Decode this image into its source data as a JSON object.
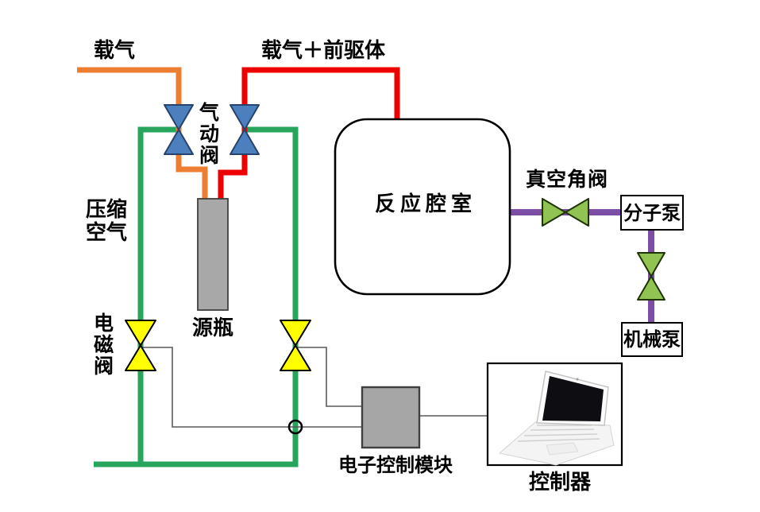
{
  "labels": {
    "carrier_gas": "载气",
    "carrier_gas_precursor": "载气＋前驱体",
    "pneumatic_valve": "气动阀",
    "compressed_air": "压缩空气",
    "solenoid_valve": "电磁阀",
    "source_bottle": "源瓶",
    "reaction_chamber": "反应腔室",
    "vacuum_angle_valve": "真空角阀",
    "molecular_pump": "分子泵",
    "mechanical_pump": "机械泵",
    "electronic_control_module": "电子控制模块",
    "controller": "控制器"
  },
  "colors": {
    "pipe_orange": "#ED7D31",
    "pipe_red": "#EE0000",
    "pipe_green": "#27A55C",
    "pipe_purple": "#7C4EA5",
    "wire_gray": "#595959",
    "valve_blue_fill": "#4C7FBE",
    "valve_blue_border": "#27426B",
    "valve_yellow_fill": "#FFFF00",
    "valve_yellow_border": "#000000",
    "valve_green_fill": "#90C351",
    "valve_green_border": "#203305",
    "vessel_gray_fill": "#A8A8A8",
    "vessel_gray_border": "#3F3F3F",
    "module_gray_fill": "#A6A6A6",
    "module_gray_border": "#404040",
    "outline_black": "#000000",
    "box_white_fill": "#FFFFFF"
  }
}
